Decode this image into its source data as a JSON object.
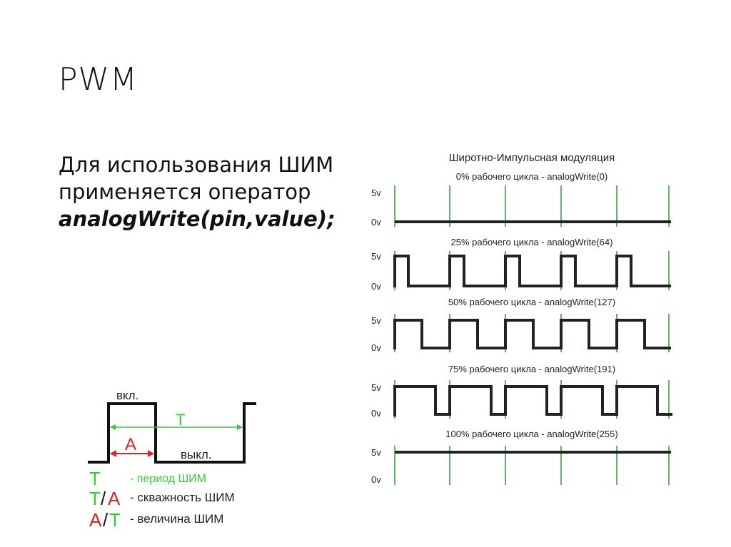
{
  "slide": {
    "title": "PWM",
    "body_line1": "Для использования ШИМ",
    "body_line2": "применяется оператор",
    "body_code": "analogWrite(pin,value);"
  },
  "colors": {
    "wave": "#222222",
    "grid": "#2e9a3a",
    "green": "#33cc33",
    "red": "#dd2222"
  },
  "pwm_chart": {
    "title": "Широтно-Импульсная модуляция",
    "y_high_label": "5v",
    "y_low_label": "0v",
    "rows": [
      {
        "label": "0% рабочего цикла - analogWrite(0)",
        "duty": 0,
        "value": 0
      },
      {
        "label": "25% рабочего цикла - analogWrite(64)",
        "duty": 25,
        "value": 64
      },
      {
        "label": "50% рабочего цикла - analogWrite(127)",
        "duty": 50,
        "value": 127
      },
      {
        "label": "75% рабочего цикла - analogWrite(191)",
        "duty": 75,
        "value": 191
      },
      {
        "label": "100% рабочего цикла - analogWrite(255)",
        "duty": 100,
        "value": 255
      }
    ]
  },
  "period_diagram": {
    "on_label": "вкл.",
    "off_label": "выкл.",
    "period_symbol": "T",
    "pulse_symbol": "A"
  },
  "legend": {
    "items": [
      {
        "symbol_a": "T",
        "symbol_b": "",
        "text": "- период  ШИМ"
      },
      {
        "symbol_a": "T",
        "symbol_b": "A",
        "text": "- скважность ШИМ"
      },
      {
        "symbol_a": "A",
        "symbol_b": "T",
        "text": "- величина  ШИМ"
      }
    ]
  }
}
